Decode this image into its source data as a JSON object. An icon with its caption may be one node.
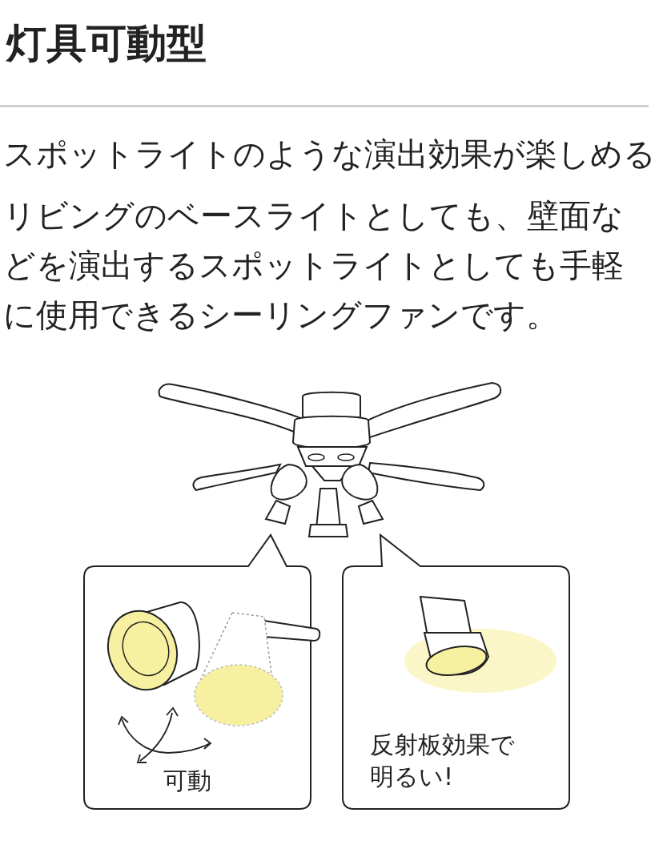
{
  "diagram": {
    "title": "灯具可動型",
    "nodes": [
      {
        "text": [],
        "shape": "picture"
      },
      {
        "text": [
          "可動"
        ]
      },
      {
        "text": [
          "反射板効果で明るい!"
        ]
      }
    ],
    "labels": [
      "スポットライトのような演出効果が楽しめる",
      "リビングのベースライトとしても、壁面などを演出するスポットライトとしても手軽に使用できるシーリングファンです。"
    ]
  }
}
